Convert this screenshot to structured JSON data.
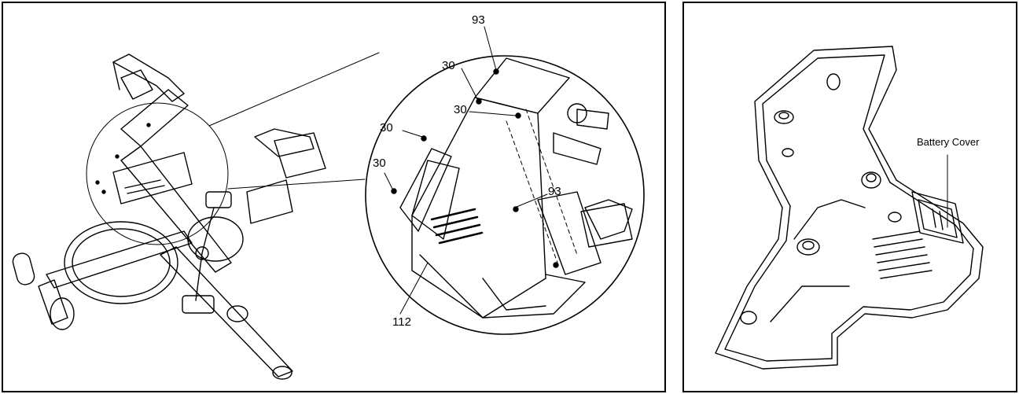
{
  "callouts": {
    "p93_top": "93",
    "p30_a": "30",
    "p30_b": "30",
    "p30_c": "30",
    "p30_d": "30",
    "p93_right": "93",
    "p112": "112"
  },
  "right_panel": {
    "battery_cover_label": "Battery Cover"
  }
}
